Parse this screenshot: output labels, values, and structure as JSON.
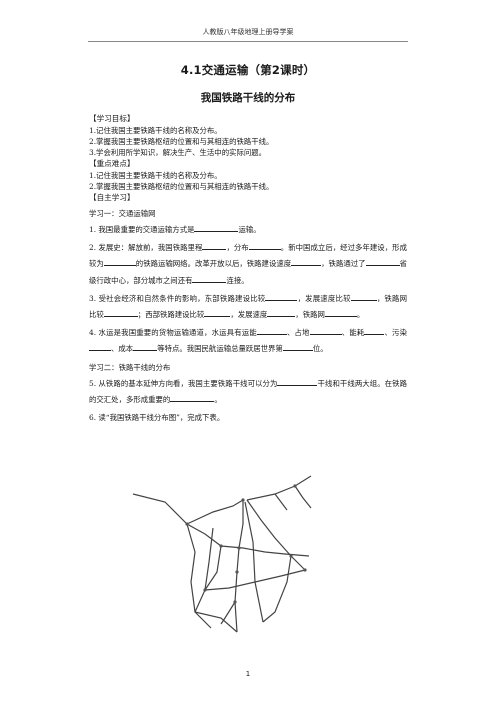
{
  "header": {
    "text": "人教版八年级地理上册导学案"
  },
  "title": "4.1交通运输（第2课时）",
  "subtitle": "我国铁路干线的分布",
  "objectives": {
    "heading": "【学习目标】",
    "items": [
      "1.记住我国主要铁路干线的名称及分布。",
      "2.掌握我国主要铁路枢纽的位置和与其相连的铁路干线。",
      "3.学会利用所学知识，解决生产、生活中的实际问题。"
    ]
  },
  "key_points": {
    "heading": "【重点难点】",
    "items": [
      "1.记住我国主要铁路干线的名称及分布。",
      "2.掌握我国主要铁路枢纽的位置和与其相连的铁路干线。"
    ]
  },
  "self_study": {
    "heading": "【自主学习】"
  },
  "study1": {
    "title": "学习一：交通运输网",
    "q1": {
      "a": "1. 我国最重要的交通运输方式是",
      "b": "运输。"
    },
    "q2": {
      "a": "2. 发展史：解放前，我国铁路里程",
      "b": "，分布",
      "c": "。新中国成立后，经过",
      "d": "多年建设，形成较为",
      "e": "的铁路运输网络。改革开放以后，铁路建设速",
      "f": "度",
      "g": "，铁路通过了",
      "h": "省级行政中心，部分城市之间还有",
      "i": "连接。"
    },
    "q3": {
      "a": "3. 受社会经济和自然条件的影响，东部铁路建设比较",
      "b": "，发展速度比",
      "c": "较",
      "d": "，铁路网比较",
      "e": "；西部铁路建设比较",
      "f": "，发展速度",
      "g": "，铁",
      "h": "路网",
      "i": "。"
    },
    "q4": {
      "a": "4. 水运是我国重要的货物运输通道，水运具有运能",
      "b": "、占地",
      "c": "、能",
      "d": "耗",
      "e": "、污染",
      "f": "、成本",
      "g": "等特点。我国民航运输总量跃居世界第",
      "h": "位。"
    }
  },
  "study2": {
    "title": "学习二：铁路干线的分布",
    "q5": {
      "a": "5. 从铁路的基本延伸方向看，我国主要铁路干线可以分为",
      "b": "干线和",
      "c": "干线两大组。在铁路的交汇处，多形成重要的",
      "d": "。"
    },
    "q6": {
      "a": "6. 读“我国铁路干线分布图”，完成下表。"
    }
  },
  "page_number": "1"
}
